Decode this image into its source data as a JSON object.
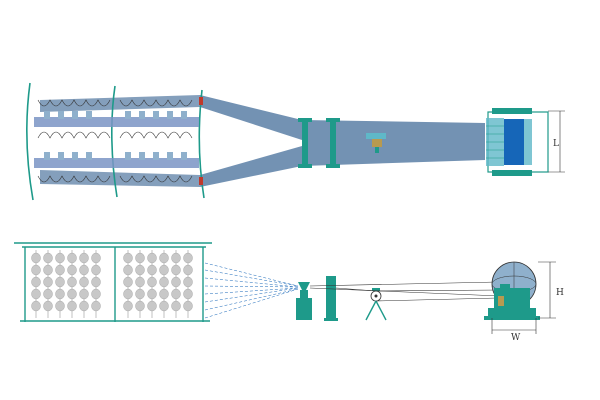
{
  "labels": {
    "length": "L",
    "height": "H",
    "width": "W"
  },
  "colors": {
    "teal": "#1e9a8a",
    "sheet": "#5b7fa6",
    "sheet_light": "#8fb0cc",
    "bobbin": "#7a94c4",
    "drum_blue": "#1666b8",
    "cone": "#c8c8c8",
    "gear": "#b89a50"
  }
}
